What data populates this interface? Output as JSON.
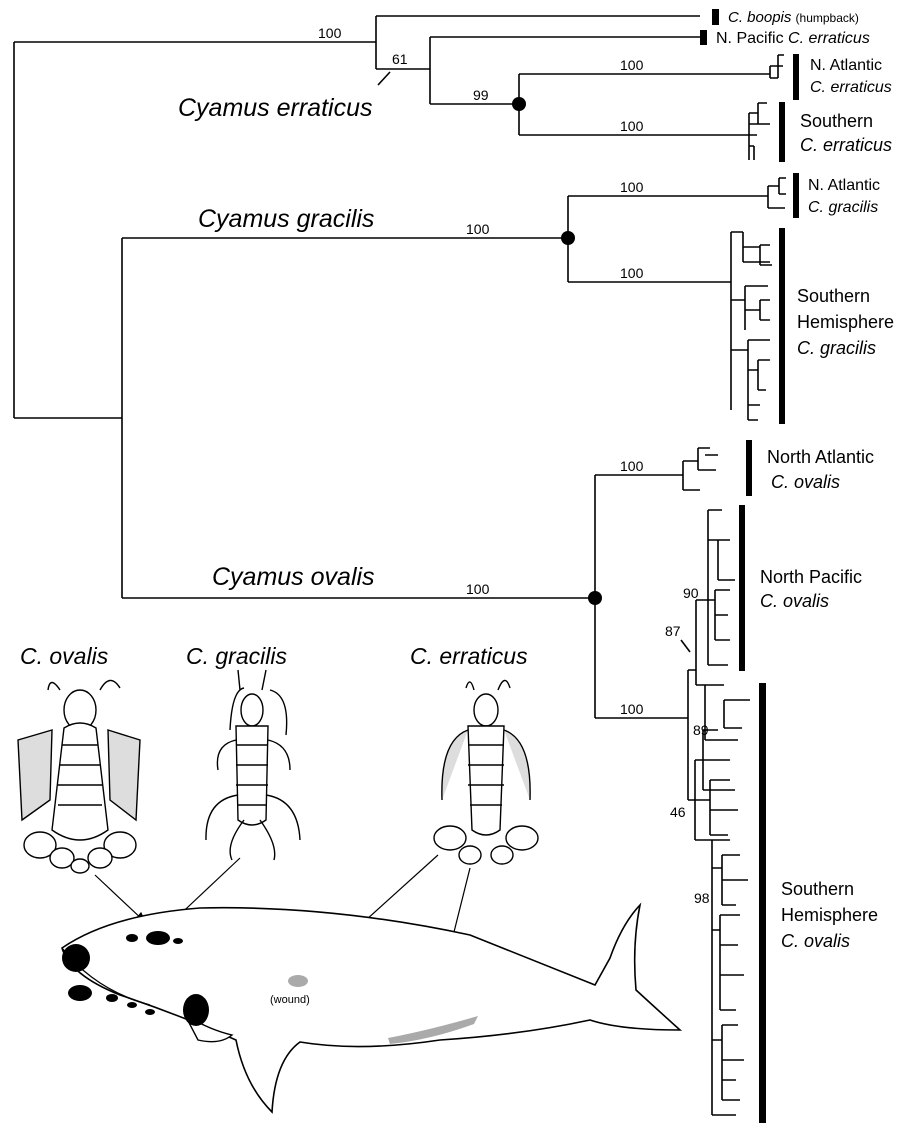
{
  "species_groups": {
    "erraticus": "Cyamus erraticus",
    "gracilis": "Cyamus gracilis",
    "ovalis": "Cyamus ovalis"
  },
  "tips": {
    "boopis_species": "C. boopis",
    "boopis_host": "(humpback)",
    "np_erraticus_prefix": "N. Pacific",
    "np_erraticus_species": "C. erraticus",
    "na_erraticus_line1": "N. Atlantic",
    "na_erraticus_line2": "C. erraticus",
    "s_erraticus_line1": "Southern",
    "s_erraticus_line2": "C. erraticus",
    "na_gracilis_line1": "N. Atlantic",
    "na_gracilis_line2": "C. gracilis",
    "sh_gracilis_line1": "Southern",
    "sh_gracilis_line2": "Hemisphere",
    "sh_gracilis_line3": "C. gracilis",
    "na_ovalis_line1": "North Atlantic",
    "na_ovalis_line2": "C. ovalis",
    "np_ovalis_line1": "North Pacific",
    "np_ovalis_line2": "C. ovalis",
    "sh_ovalis_line1": "Southern",
    "sh_ovalis_line2": "Hemisphere",
    "sh_ovalis_line3": "C. ovalis"
  },
  "support": {
    "root_erraticus": "100",
    "erraticus_61": "61",
    "erraticus_99": "99",
    "na_erraticus": "100",
    "s_erraticus": "100",
    "gracilis_stem": "100",
    "na_gracilis": "100",
    "sh_gracilis": "100",
    "ovalis_stem": "100",
    "na_ovalis": "100",
    "pacsouth": "100",
    "n90": "90",
    "n87": "87",
    "n89": "89",
    "n46": "46",
    "n98": "98"
  },
  "illustrations": {
    "ovalis_title": "C. ovalis",
    "gracilis_title": "C. gracilis",
    "erraticus_title": "C. erraticus",
    "wound_label": "(wound)"
  }
}
